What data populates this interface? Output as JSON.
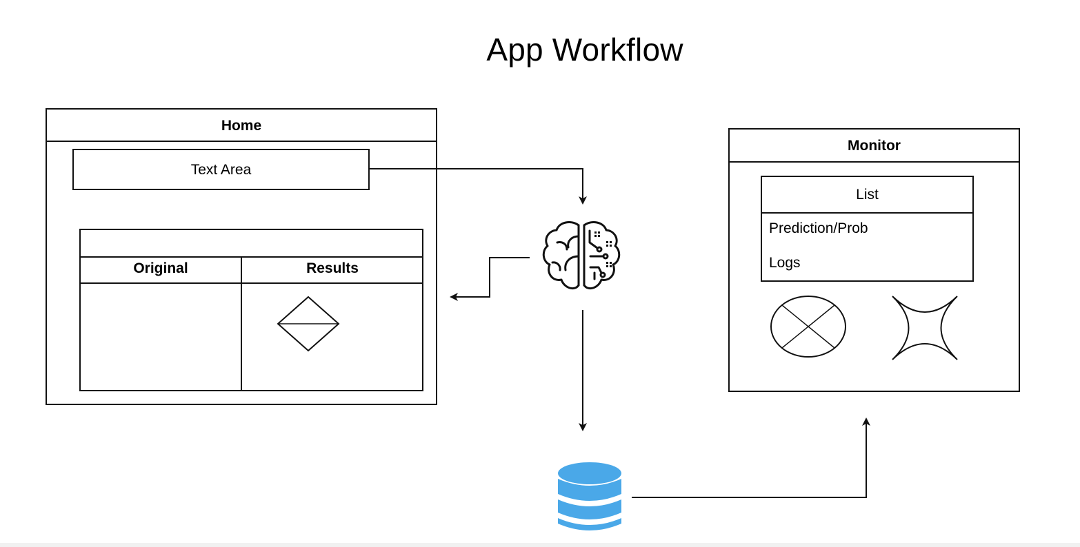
{
  "title": "App Workflow",
  "home": {
    "header": "Home",
    "text_area": "Text Area",
    "table": {
      "col_original": "Original",
      "col_results": "Results"
    }
  },
  "monitor": {
    "header": "Monitor",
    "list": {
      "header": "List",
      "items": [
        "Prediction/Prob",
        "Logs"
      ]
    }
  },
  "icons": {
    "model": "brain-circuit-icon",
    "storage": "database-icon"
  },
  "colors": {
    "stroke": "#111111",
    "database": "#4aa8e8"
  }
}
